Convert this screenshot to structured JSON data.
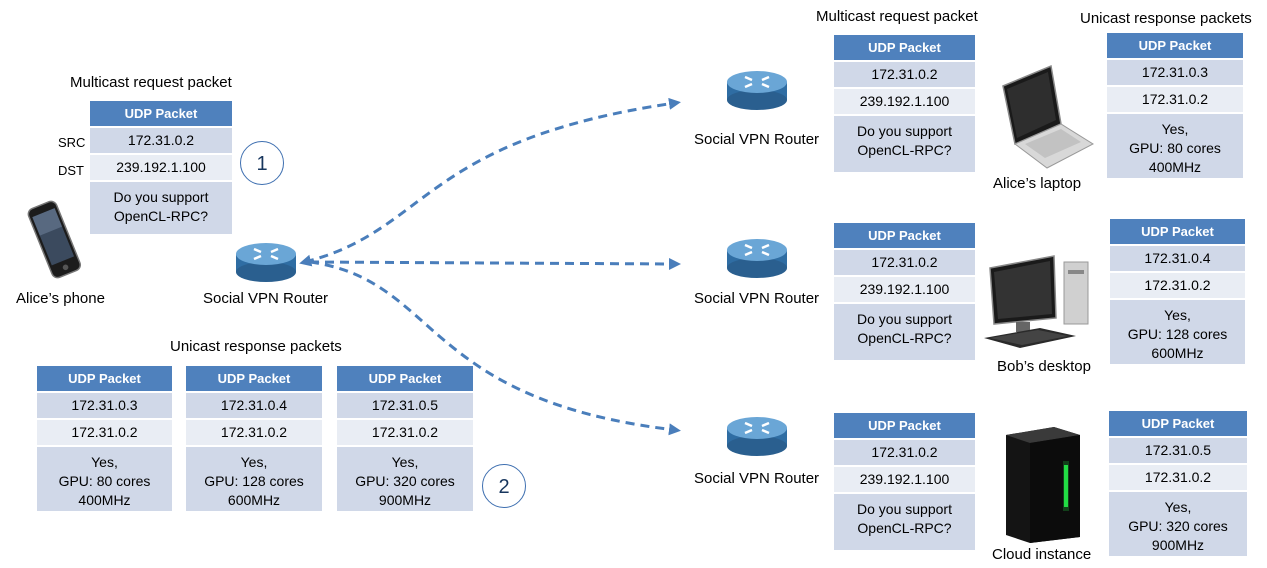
{
  "left": {
    "request_caption": "Multicast request packet",
    "src_label": "SRC",
    "dst_label": "DST",
    "request_packet": {
      "header": "UDP Packet",
      "src": "172.31.0.2",
      "dst": "239.192.1.100",
      "payload": "Do you support\nOpenCL-RPC?"
    },
    "step1": "1",
    "phone_label": "Alice’s phone",
    "router_label": "Social VPN Router",
    "responses_caption": "Unicast response packets",
    "responses": [
      {
        "header": "UDP Packet",
        "src": "172.31.0.3",
        "dst": "172.31.0.2",
        "payload": "Yes,\nGPU: 80 cores\n400MHz"
      },
      {
        "header": "UDP Packet",
        "src": "172.31.0.4",
        "dst": "172.31.0.2",
        "payload": "Yes,\nGPU: 128 cores\n600MHz"
      },
      {
        "header": "UDP Packet",
        "src": "172.31.0.5",
        "dst": "172.31.0.2",
        "payload": "Yes,\nGPU: 320 cores\n900MHz"
      }
    ],
    "step2": "2"
  },
  "right": {
    "request_caption": "Multicast request packet",
    "responses_caption": "Unicast response packets",
    "nodes": [
      {
        "router_label": "Social VPN Router",
        "request": {
          "header": "UDP Packet",
          "src": "172.31.0.2",
          "dst": "239.192.1.100",
          "payload": "Do you support\nOpenCL-RPC?"
        },
        "device_label": "Alice’s laptop",
        "response": {
          "header": "UDP Packet",
          "src": "172.31.0.3",
          "dst": "172.31.0.2",
          "payload": "Yes,\nGPU: 80 cores\n400MHz"
        }
      },
      {
        "router_label": "Social VPN Router",
        "request": {
          "header": "UDP Packet",
          "src": "172.31.0.2",
          "dst": "239.192.1.100",
          "payload": "Do you support\nOpenCL-RPC?"
        },
        "device_label": "Bob’s desktop",
        "response": {
          "header": "UDP Packet",
          "src": "172.31.0.4",
          "dst": "172.31.0.2",
          "payload": "Yes,\nGPU: 128 cores\n600MHz"
        }
      },
      {
        "router_label": "Social VPN Router",
        "request": {
          "header": "UDP Packet",
          "src": "172.31.0.2",
          "dst": "239.192.1.100",
          "payload": "Do you support\nOpenCL-RPC?"
        },
        "device_label": "Cloud instance",
        "response": {
          "header": "UDP Packet",
          "src": "172.31.0.5",
          "dst": "172.31.0.2",
          "payload": "Yes,\nGPU: 320 cores\n900MHz"
        }
      }
    ]
  },
  "colors": {
    "header_blue": "#4f81bd",
    "row_dark": "#d0d8e8",
    "row_light": "#e9edf4",
    "arrow_blue": "#4a7ebb"
  },
  "icons": [
    "smartphone-icon",
    "router-icon",
    "laptop-icon",
    "desktop-computer-icon",
    "server-tower-icon"
  ]
}
